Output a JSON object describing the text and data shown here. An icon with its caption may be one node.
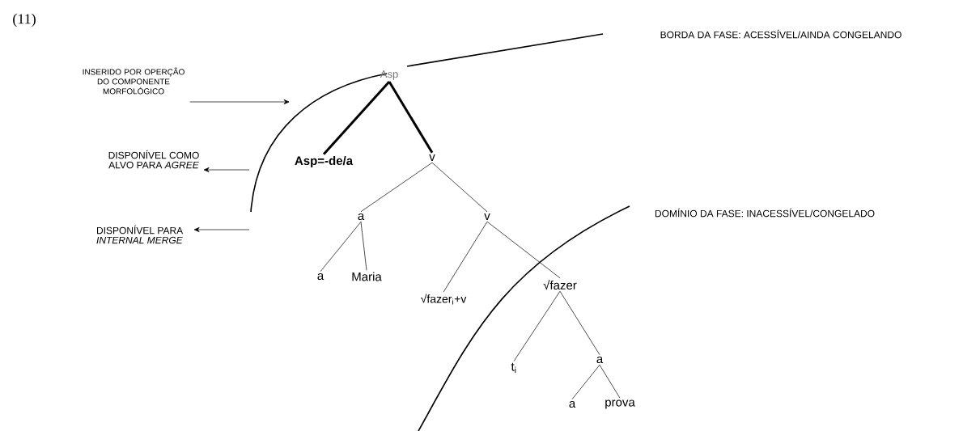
{
  "diagram": {
    "nodes": [
      {
        "text": [
          "Asp"
        ]
      },
      {
        "text": [
          "Asp=-de/a"
        ]
      },
      {
        "text": [
          "v"
        ]
      },
      {
        "text": [
          "a"
        ]
      },
      {
        "text": [
          "v"
        ]
      },
      {
        "text": [
          "a"
        ]
      },
      {
        "text": [
          "Maria"
        ]
      },
      {
        "text": [
          "√fazer$_{i}$+v"
        ]
      },
      {
        "text": [
          "√fazer"
        ]
      },
      {
        "text": [
          "t$_{i}$"
        ]
      },
      {
        "text": [
          "a"
        ]
      },
      {
        "text": [
          "a"
        ]
      },
      {
        "text": [
          "prova"
        ]
      },
      {
        "text": [
          "INSERIDO POR OPERÇÃO DO COMPONENTE MORFOLÓGICO"
        ]
      },
      {
        "text": [
          "DISPONÍVEL COMO ALVO PARA *AGREE*"
        ]
      },
      {
        "text": [
          "DISPONÍVEL PARA *INTERNAL MERGE*"
        ]
      }
    ],
    "edges": [
      {
        "from": 0,
        "to": 1,
        "arrow": "none",
        "style": "thick"
      },
      {
        "from": 0,
        "to": 2,
        "arrow": "none",
        "style": "thick"
      },
      {
        "from": 2,
        "to": 3,
        "arrow": "none"
      },
      {
        "from": 2,
        "to": 4,
        "arrow": "none"
      },
      {
        "from": 3,
        "to": 5,
        "arrow": "none"
      },
      {
        "from": 3,
        "to": 6,
        "arrow": "none"
      },
      {
        "from": 4,
        "to": 7,
        "arrow": "none"
      },
      {
        "from": 4,
        "to": 8,
        "arrow": "none"
      },
      {
        "from": 8,
        "to": 9,
        "arrow": "none"
      },
      {
        "from": 8,
        "to": 10,
        "arrow": "none"
      },
      {
        "from": 10,
        "to": 11,
        "arrow": "none"
      },
      {
        "from": 10,
        "to": 12,
        "arrow": "none"
      },
      {
        "from": 13,
        "to": null,
        "arrow": "to"
      },
      {
        "from": null,
        "to": 14,
        "arrow": "to"
      },
      {
        "from": null,
        "to": 15,
        "arrow": "to"
      }
    ],
    "labels": [
      "(11)",
      "BORDA DA FASE: ACESSÍVEL/AINDA CONGELANDO",
      "DOMÍNIO DA FASE: INACESSÍVEL/CONGELADO"
    ]
  }
}
